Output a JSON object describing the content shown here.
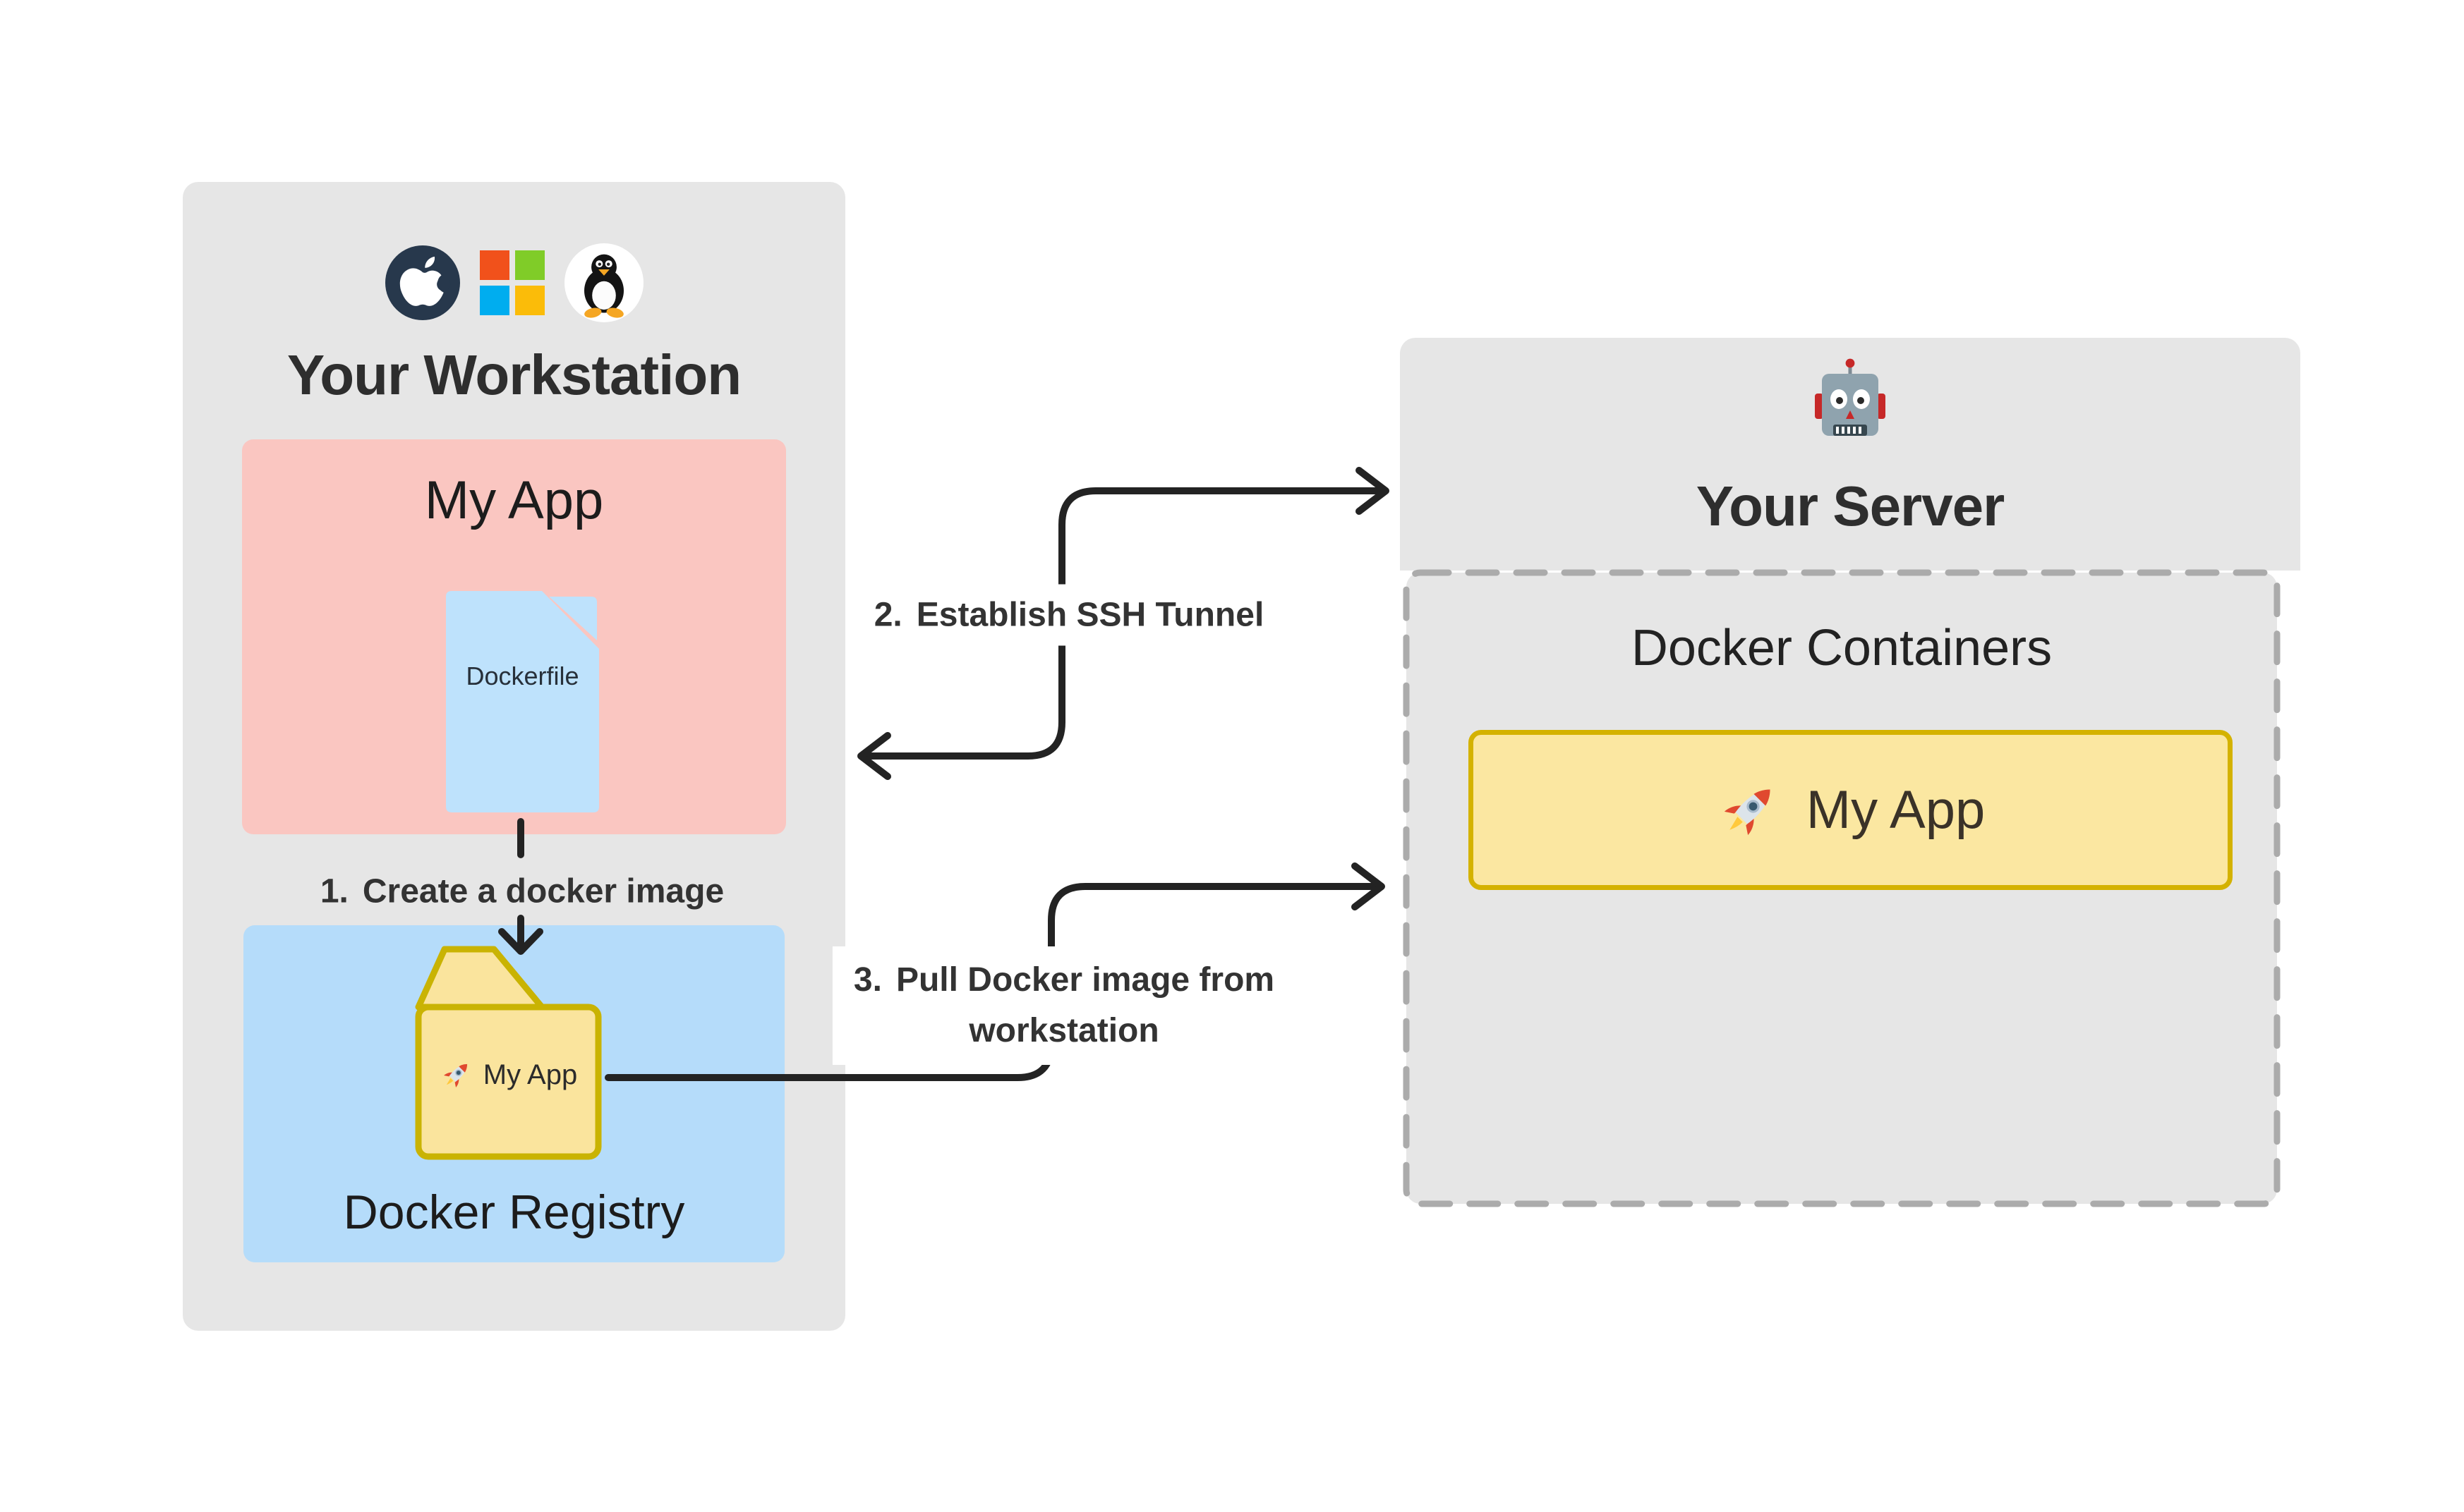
{
  "workstation": {
    "title": "Your Workstation",
    "os_icons": [
      "apple",
      "windows",
      "linux-tux"
    ],
    "app_box": {
      "title": "My App",
      "file": {
        "label": "Dockerfile",
        "icon": "document-icon"
      }
    },
    "registry_box": {
      "title": "Docker Registry",
      "folder": {
        "label": "My App",
        "icon": "rocket-icon"
      }
    }
  },
  "server": {
    "title": "Your Server",
    "icon": "robot-icon",
    "containers_box": {
      "title": "Docker Containers",
      "app": {
        "label": "My App",
        "icon": "rocket-icon"
      }
    }
  },
  "steps": [
    {
      "number": "1.",
      "text": "Create a docker image"
    },
    {
      "number": "2.",
      "text": "Establish SSH Tunnel"
    },
    {
      "number": "3.",
      "text_lines": [
        "Pull Docker image from",
        "workstation"
      ]
    }
  ],
  "colors": {
    "background": "#FFFFFF",
    "panel": "#E6E6E6",
    "app_box": "#FAC6C1",
    "file": "#BEE2FC",
    "registry": "#B5DCFA",
    "folder_fill": "#FAE49D",
    "folder_stroke": "#C9B303",
    "container_fill": "#FBE7A1",
    "container_stroke": "#D4B200",
    "dash": "#ABABAB",
    "arrow": "#232323",
    "windows": [
      "#F1511B",
      "#80CC28",
      "#00ADEF",
      "#FBBC09"
    ]
  }
}
